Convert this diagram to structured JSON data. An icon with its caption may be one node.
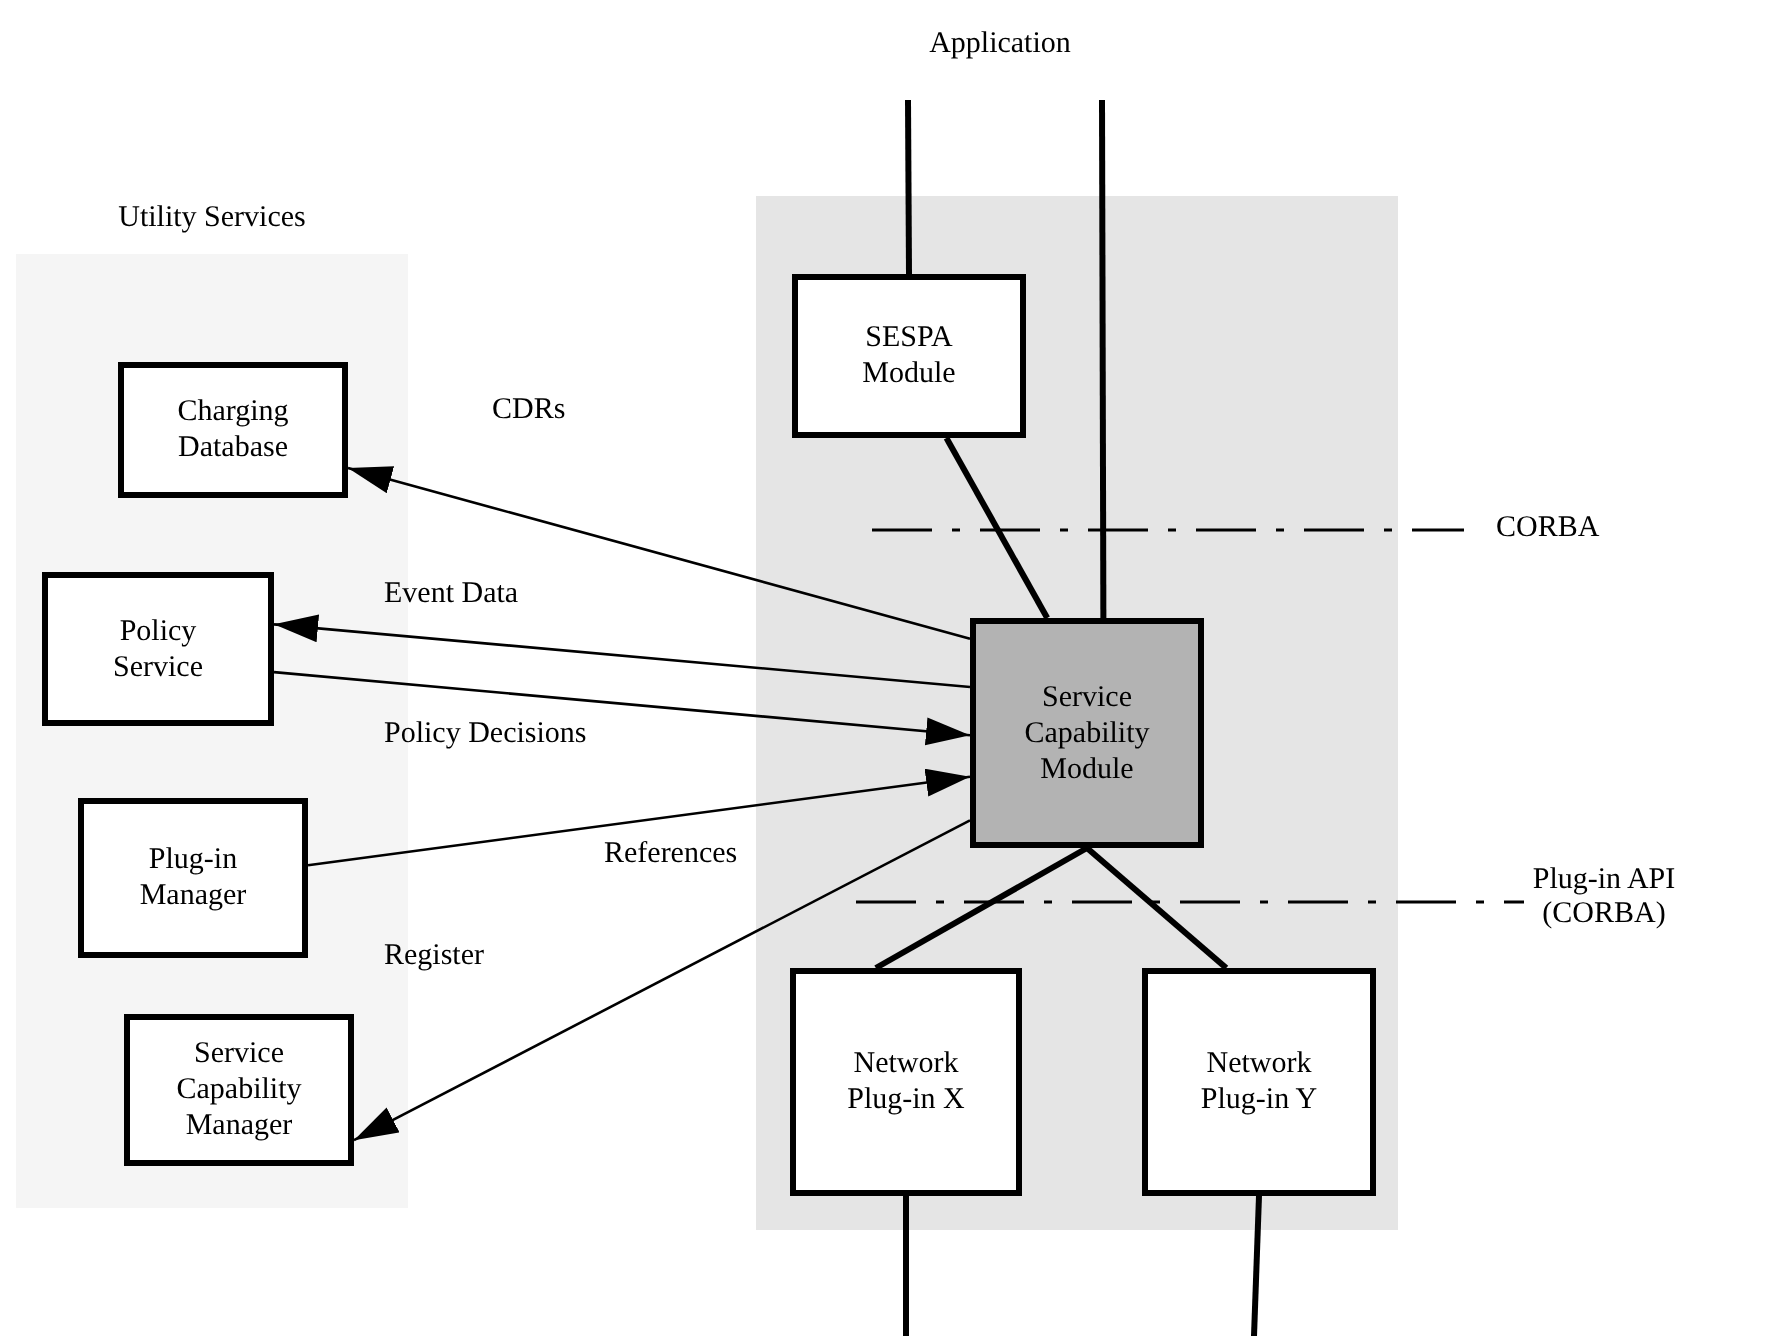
{
  "diagram": {
    "nodes": [
      {
        "text": [
          "Utility Services"
        ]
      },
      {
        "text": [
          "Charging Database"
        ],
        "in": 0
      },
      {
        "text": [
          "Policy Service"
        ],
        "in": 0
      },
      {
        "text": [
          "Plug-in Manager"
        ],
        "in": 0
      },
      {
        "text": [
          "Service Capability Manager"
        ],
        "in": 0
      },
      {
        "text": [],
        "shape": "box"
      },
      {
        "text": [
          "SESPA Module"
        ],
        "in": 5
      },
      {
        "text": [
          "Service Capability Module"
        ],
        "in": 5
      },
      {
        "text": [
          "Network Plug-in X"
        ],
        "in": 5
      },
      {
        "text": [
          "Network Plug-in Y"
        ],
        "in": 5
      }
    ],
    "edges": [
      {
        "from": 7,
        "to": 1,
        "arrow": "to",
        "label": "CDRs"
      },
      {
        "from": 7,
        "to": 2,
        "arrow": "to",
        "label": "Event Data"
      },
      {
        "from": 2,
        "to": 7,
        "arrow": "to",
        "label": "Policy Decisions"
      },
      {
        "from": 3,
        "to": 7,
        "arrow": "to",
        "label": "References"
      },
      {
        "from": 7,
        "to": 4,
        "arrow": "to",
        "label": "Register"
      },
      {
        "from": null,
        "to": 6,
        "arrow": "none"
      },
      {
        "from": null,
        "to": 7,
        "arrow": "none"
      },
      {
        "from": 6,
        "to": 7,
        "arrow": "none"
      },
      {
        "from": 7,
        "to": 8,
        "arrow": "none"
      },
      {
        "from": 7,
        "to": 9,
        "arrow": "none"
      },
      {
        "from": 8,
        "to": null,
        "arrow": "none"
      },
      {
        "from": 9,
        "to": null,
        "arrow": "none"
      }
    ],
    "labels": [
      "Application",
      "CORBA",
      "Plug-in API (CORBA)"
    ]
  }
}
